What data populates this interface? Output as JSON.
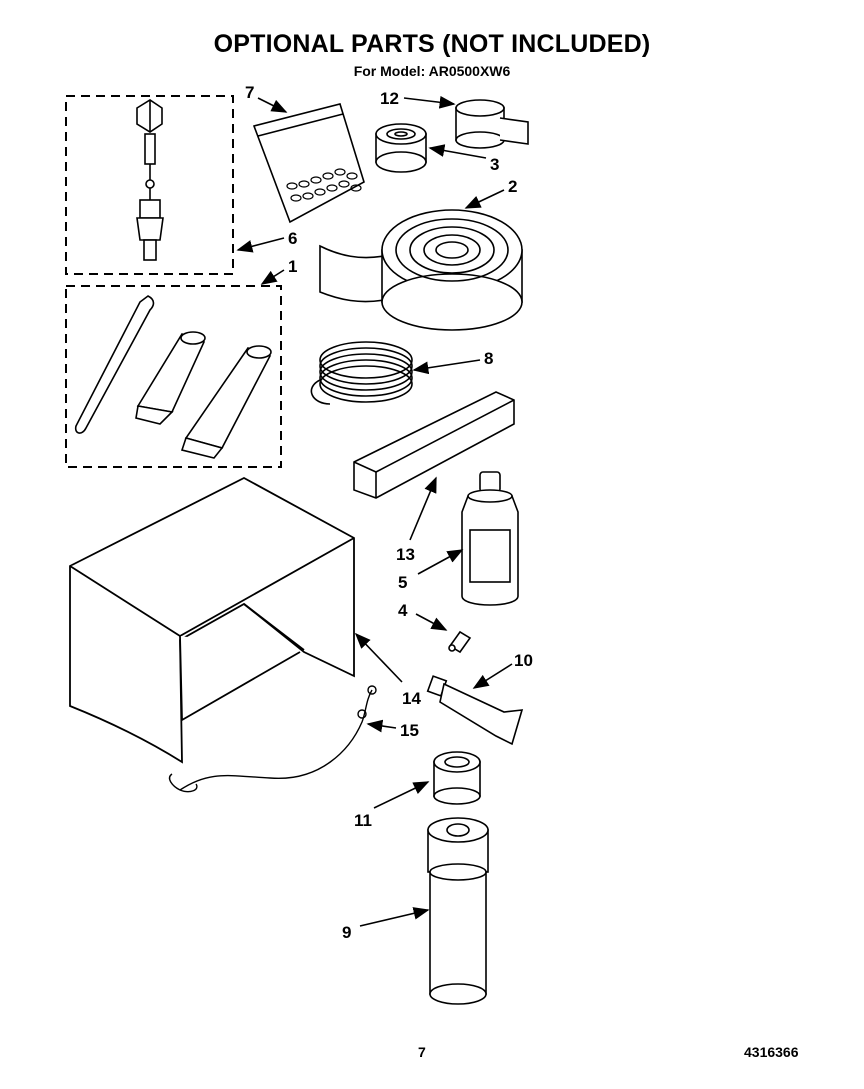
{
  "header": {
    "title": "OPTIONAL PARTS (NOT INCLUDED)",
    "subtitle": "For Model: AR0500XW6"
  },
  "callouts": {
    "c1": "1",
    "c2": "2",
    "c3": "3",
    "c4": "4",
    "c5": "5",
    "c6": "6",
    "c7": "7",
    "c8": "8",
    "c9": "9",
    "c10": "10",
    "c11": "11",
    "c12": "12",
    "c13": "13",
    "c14": "14",
    "c15": "15"
  },
  "footer": {
    "page_number": "7",
    "document_number": "4316366"
  }
}
